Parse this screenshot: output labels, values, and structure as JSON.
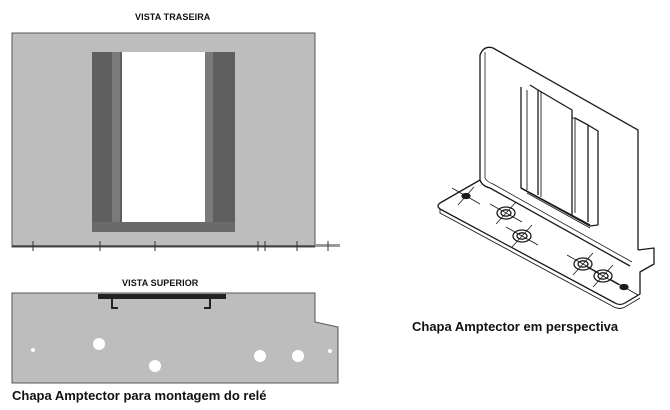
{
  "labels": {
    "rear_view_title": "VISTA TRASEIRA",
    "top_view_title": "VISTA SUPERIOR",
    "caption_left": "Chapa Amptector para montagem do relé",
    "caption_right": "Chapa Amptector em perspectiva"
  },
  "colors": {
    "plate_gray": "#bdbdbd",
    "dark_bar": "#5f5f5f",
    "mid_bar": "#8e8e8e",
    "outline": "#1a1a1a"
  }
}
